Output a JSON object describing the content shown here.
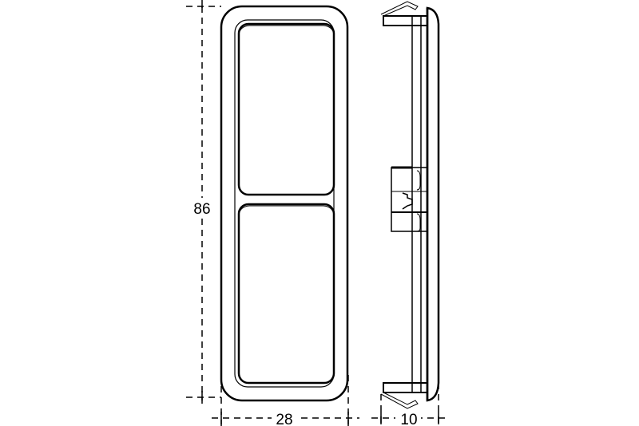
{
  "dimensions": {
    "height": "86",
    "width": "28",
    "depth": "10"
  },
  "colors": {
    "line": "#000000",
    "background": "#ffffff"
  }
}
